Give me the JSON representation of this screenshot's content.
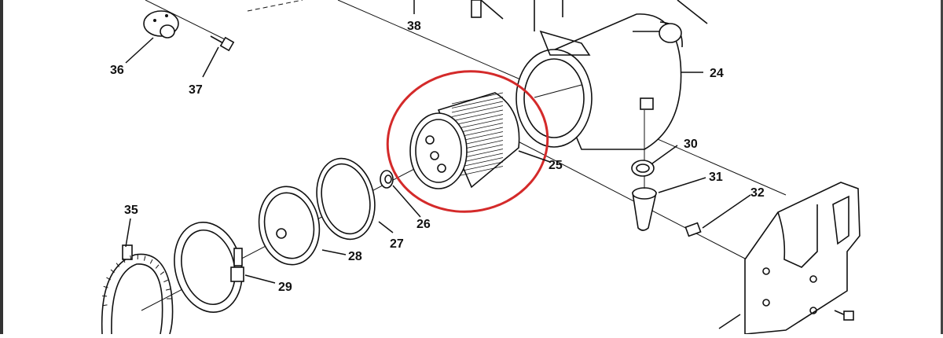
{
  "diagram": {
    "callouts": [
      {
        "key": "c38",
        "label": "38"
      },
      {
        "key": "c36",
        "label": "36"
      },
      {
        "key": "c37",
        "label": "37"
      },
      {
        "key": "c24",
        "label": "24"
      },
      {
        "key": "c30",
        "label": "30"
      },
      {
        "key": "c31",
        "label": "31"
      },
      {
        "key": "c32",
        "label": "32"
      },
      {
        "key": "c25",
        "label": "25"
      },
      {
        "key": "c26",
        "label": "26"
      },
      {
        "key": "c27",
        "label": "27"
      },
      {
        "key": "c28",
        "label": "28"
      },
      {
        "key": "c29",
        "label": "29"
      },
      {
        "key": "c35",
        "label": "35"
      }
    ],
    "highlight": {
      "target_part": "25",
      "color": "#d42a2a"
    },
    "line_color": "#111111",
    "background": "#ffffff"
  }
}
